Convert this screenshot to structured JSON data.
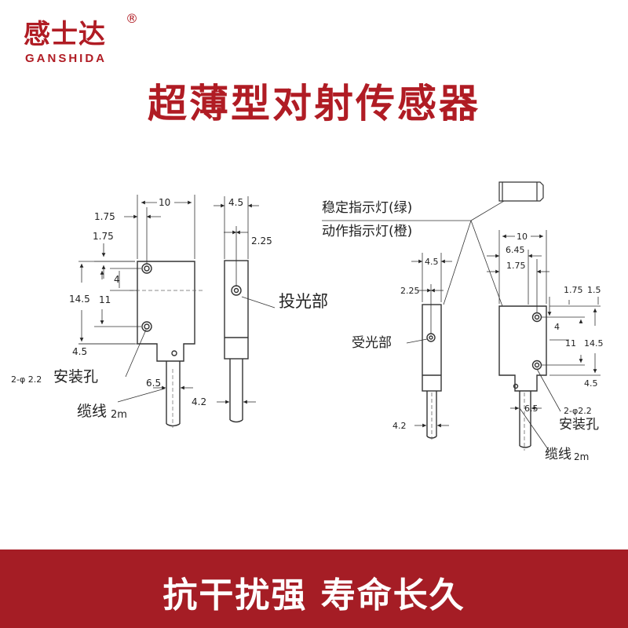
{
  "brand": {
    "name_cn": "感士达",
    "registered": "®",
    "name_en": "GANSHIDA"
  },
  "title": "超薄型对射传感器",
  "footer": {
    "text": "抗干扰强  寿命长久"
  },
  "left_drawing": {
    "dims": {
      "width": "10",
      "d175a": "1.75",
      "d175b": "1.75",
      "d4": "4",
      "d145": "14.5",
      "d11": "11",
      "d45": "4.5",
      "hole": "2-φ 2.2",
      "d65": "6.5",
      "side_w": "4.5",
      "side_d": "2.25",
      "cable_w": "4.2"
    },
    "labels": {
      "mount_hole": "安装孔",
      "emitter": "投光部",
      "cable": "缆线",
      "cable_len": "2m"
    }
  },
  "right_drawing": {
    "dims": {
      "side_w": "4.5",
      "side_d": "2.25",
      "cable_w": "4.2",
      "width": "10",
      "d645": "6.45",
      "d175a": "1.75",
      "d175b": "1.75",
      "d15": "1.5",
      "d4": "4",
      "d11": "11",
      "d145": "14.5",
      "d45": "4.5",
      "d65": "6.5",
      "hole": "2-φ2.2"
    },
    "labels": {
      "stable_led": "稳定指示灯(绿)",
      "action_led": "动作指示灯(橙)",
      "receiver": "受光部",
      "mount_hole": "安装孔",
      "cable": "缆线",
      "cable_len": "2m"
    }
  }
}
